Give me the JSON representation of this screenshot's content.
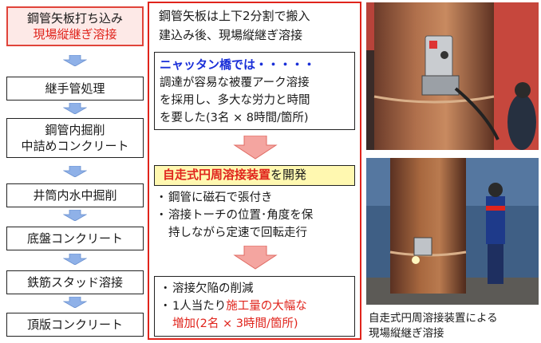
{
  "flow": {
    "steps": [
      {
        "line1": "鋼管矢板打ち込み",
        "line2": "現場縦継ぎ溶接"
      },
      {
        "line1": "継手管処理"
      },
      {
        "line1": "鋼管内掘削",
        "line2": "中詰めコンクリート"
      },
      {
        "line1": "井筒内水中掘削"
      },
      {
        "line1": "底盤コンクリート"
      },
      {
        "line1": "鉄筋スタッド溶接"
      },
      {
        "line1": "頂版コンクリート"
      }
    ]
  },
  "center": {
    "intro": [
      "鋼管矢板は上下2分割で搬入",
      "建込み後、現場縦継ぎ溶接"
    ],
    "niktan": {
      "title": "ニャッタン橋では・・・・・",
      "body": [
        "調達が容易な被覆アーク溶接",
        "を採用し、多大な労力と時間",
        "を要した(3名 × 8時間/箇所)"
      ]
    },
    "development": {
      "highlight": "自走式円周溶接装置",
      "rest": "を開発"
    },
    "features": [
      {
        "bullet": "・",
        "text": "鋼管に磁石で張付き"
      },
      {
        "bullet": "・",
        "text": "溶接トーチの位置･角度を保"
      },
      {
        "bullet": "",
        "text": "持しながら定速で回転走行"
      }
    ],
    "results": {
      "item1": "溶接欠陥の削減",
      "item2_prefix": "1人当たり",
      "item2_highlight": "施工量の大幅な",
      "item2_line2": "増加(2名 × 3時間/箇所)"
    }
  },
  "caption": [
    "自走式円周溶接装置による",
    "現場縦継ぎ溶接"
  ],
  "colors": {
    "red": "#e0241c",
    "blue": "#1a2fd8",
    "yellow": "#fff8b0",
    "pink": "#fde9e7",
    "arrow_blue": "#8fb1e8",
    "arrow_red": "#f4a5a0"
  }
}
